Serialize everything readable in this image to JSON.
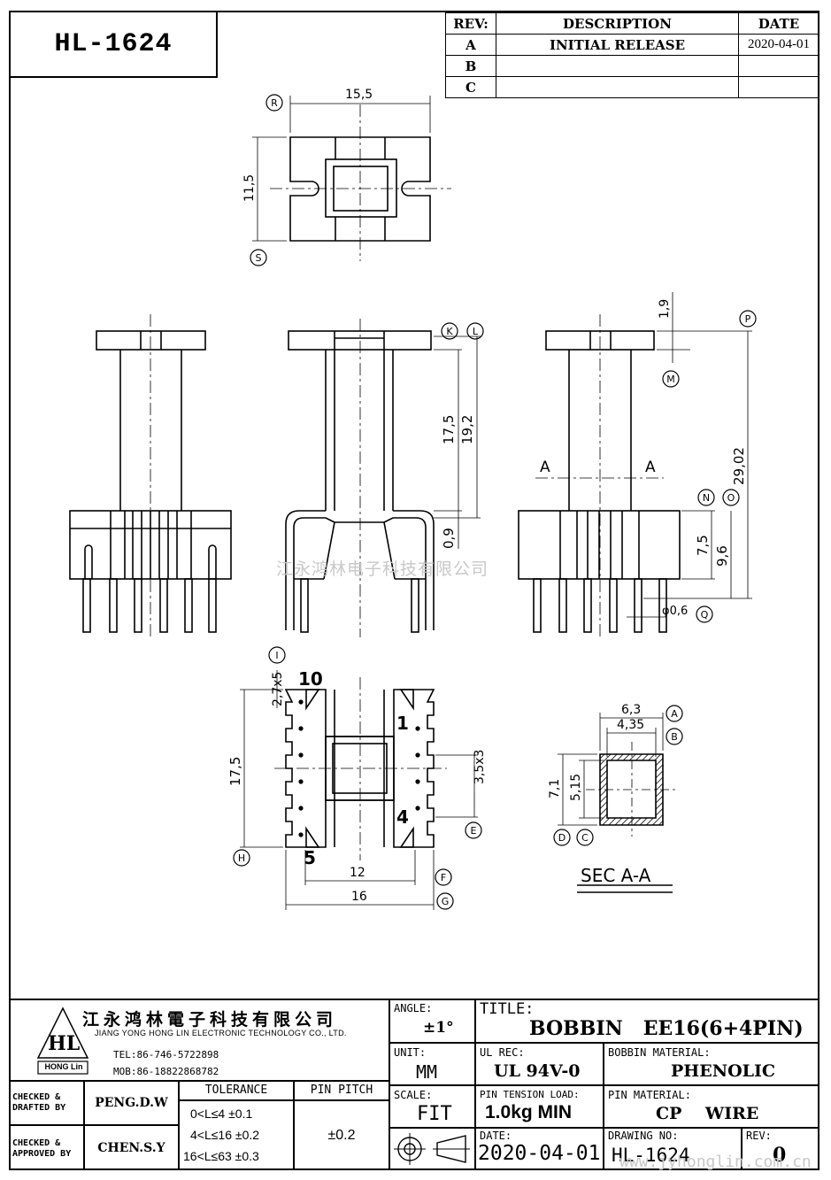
{
  "drawing": {
    "model": "HL-1624",
    "watermark": "江永鸿林电子科技有限公司",
    "watermark_url": "www.jyhonglin.com.cn"
  },
  "revision_table": {
    "headers": [
      "REV:",
      "DESCRIPTION",
      "DATE"
    ],
    "rows": [
      {
        "rev": "A",
        "description": "INITIAL RELEASE",
        "date": "2020-04-01"
      },
      {
        "rev": "B",
        "description": "",
        "date": ""
      },
      {
        "rev": "C",
        "description": "",
        "date": ""
      }
    ]
  },
  "dimensions": {
    "top_width": "15,5",
    "top_height": "11,5",
    "d_1_9": "1,9",
    "d_17_5": "17,5",
    "d_19_2": "19,2",
    "d_29_02": "29,02",
    "d_0_9": "0,9",
    "d_7_5": "7,5",
    "d_9_6": "9,6",
    "pin_dia": "φ0,6",
    "pin_pitch_v": "2,7x5",
    "bottom_height": "17,5",
    "slot_pitch": "3,5x3",
    "inner_width": "12",
    "outer_width": "16",
    "sec_w_outer": "6,3",
    "sec_w_inner": "4,35",
    "sec_h_outer": "7,1",
    "sec_h_inner": "5,15"
  },
  "labels": {
    "section_marker": "A",
    "section_title": "SEC A-A",
    "pin_10": "10",
    "pin_1": "1",
    "pin_4": "4",
    "pin_5": "5",
    "circles": [
      "R",
      "S",
      "K",
      "L",
      "M",
      "P",
      "N",
      "O",
      "Q",
      "I",
      "E",
      "H",
      "F",
      "G",
      "A",
      "B",
      "D",
      "C"
    ]
  },
  "title_block": {
    "company_cn": "江永鸿林電子科技有限公司",
    "company_en": "JIANG YONG HONG LIN ELECTRONIC TECHNOLOGY CO., LTD.",
    "logo_text": "HL",
    "logo_sub": "HONG Lin",
    "tel": "TEL:86-746-5722898",
    "mob": "MOB:86-18822868782",
    "angle_label": "ANGLE:",
    "angle_value": "±1°",
    "unit_label": "UNIT:",
    "unit_value": "MM",
    "scale_label": "SCALE:",
    "scale_value": "FIT",
    "title_label": "TITLE:",
    "title_value": "BOBBIN   EE16(6+4PIN)",
    "ul_label": "UL REC:",
    "ul_value": "UL 94V-0",
    "material_label": "BOBBIN MATERIAL:",
    "material_value": "PHENOLIC",
    "tension_label": "PIN TENSION LOAD:",
    "tension_value": "1.0kg MIN",
    "pin_material_label": "PIN MATERIAL:",
    "pin_material_value": "CP    WIRE",
    "date_label": "DATE:",
    "date_value": "2020-04-01",
    "drawing_no_label": "DRAWING NO:",
    "drawing_no_value": "HL-1624",
    "rev_label": "REV:",
    "rev_value": "0",
    "checked_drafted_label": "CHECKED & DRAFTED BY",
    "checked_drafted_value": "PENG.D.W",
    "checked_approved_label": "CHECKED & APPROVED BY",
    "checked_approved_value": "CHEN.S.Y",
    "tolerance_label": "TOLERANCE",
    "tolerances": [
      "0<L≤4  ±0.1",
      "4<L≤16  ±0.2",
      "16<L≤63  ±0.3"
    ],
    "pin_pitch_label": "PIN PITCH",
    "pin_pitch_value": "±0.2"
  }
}
